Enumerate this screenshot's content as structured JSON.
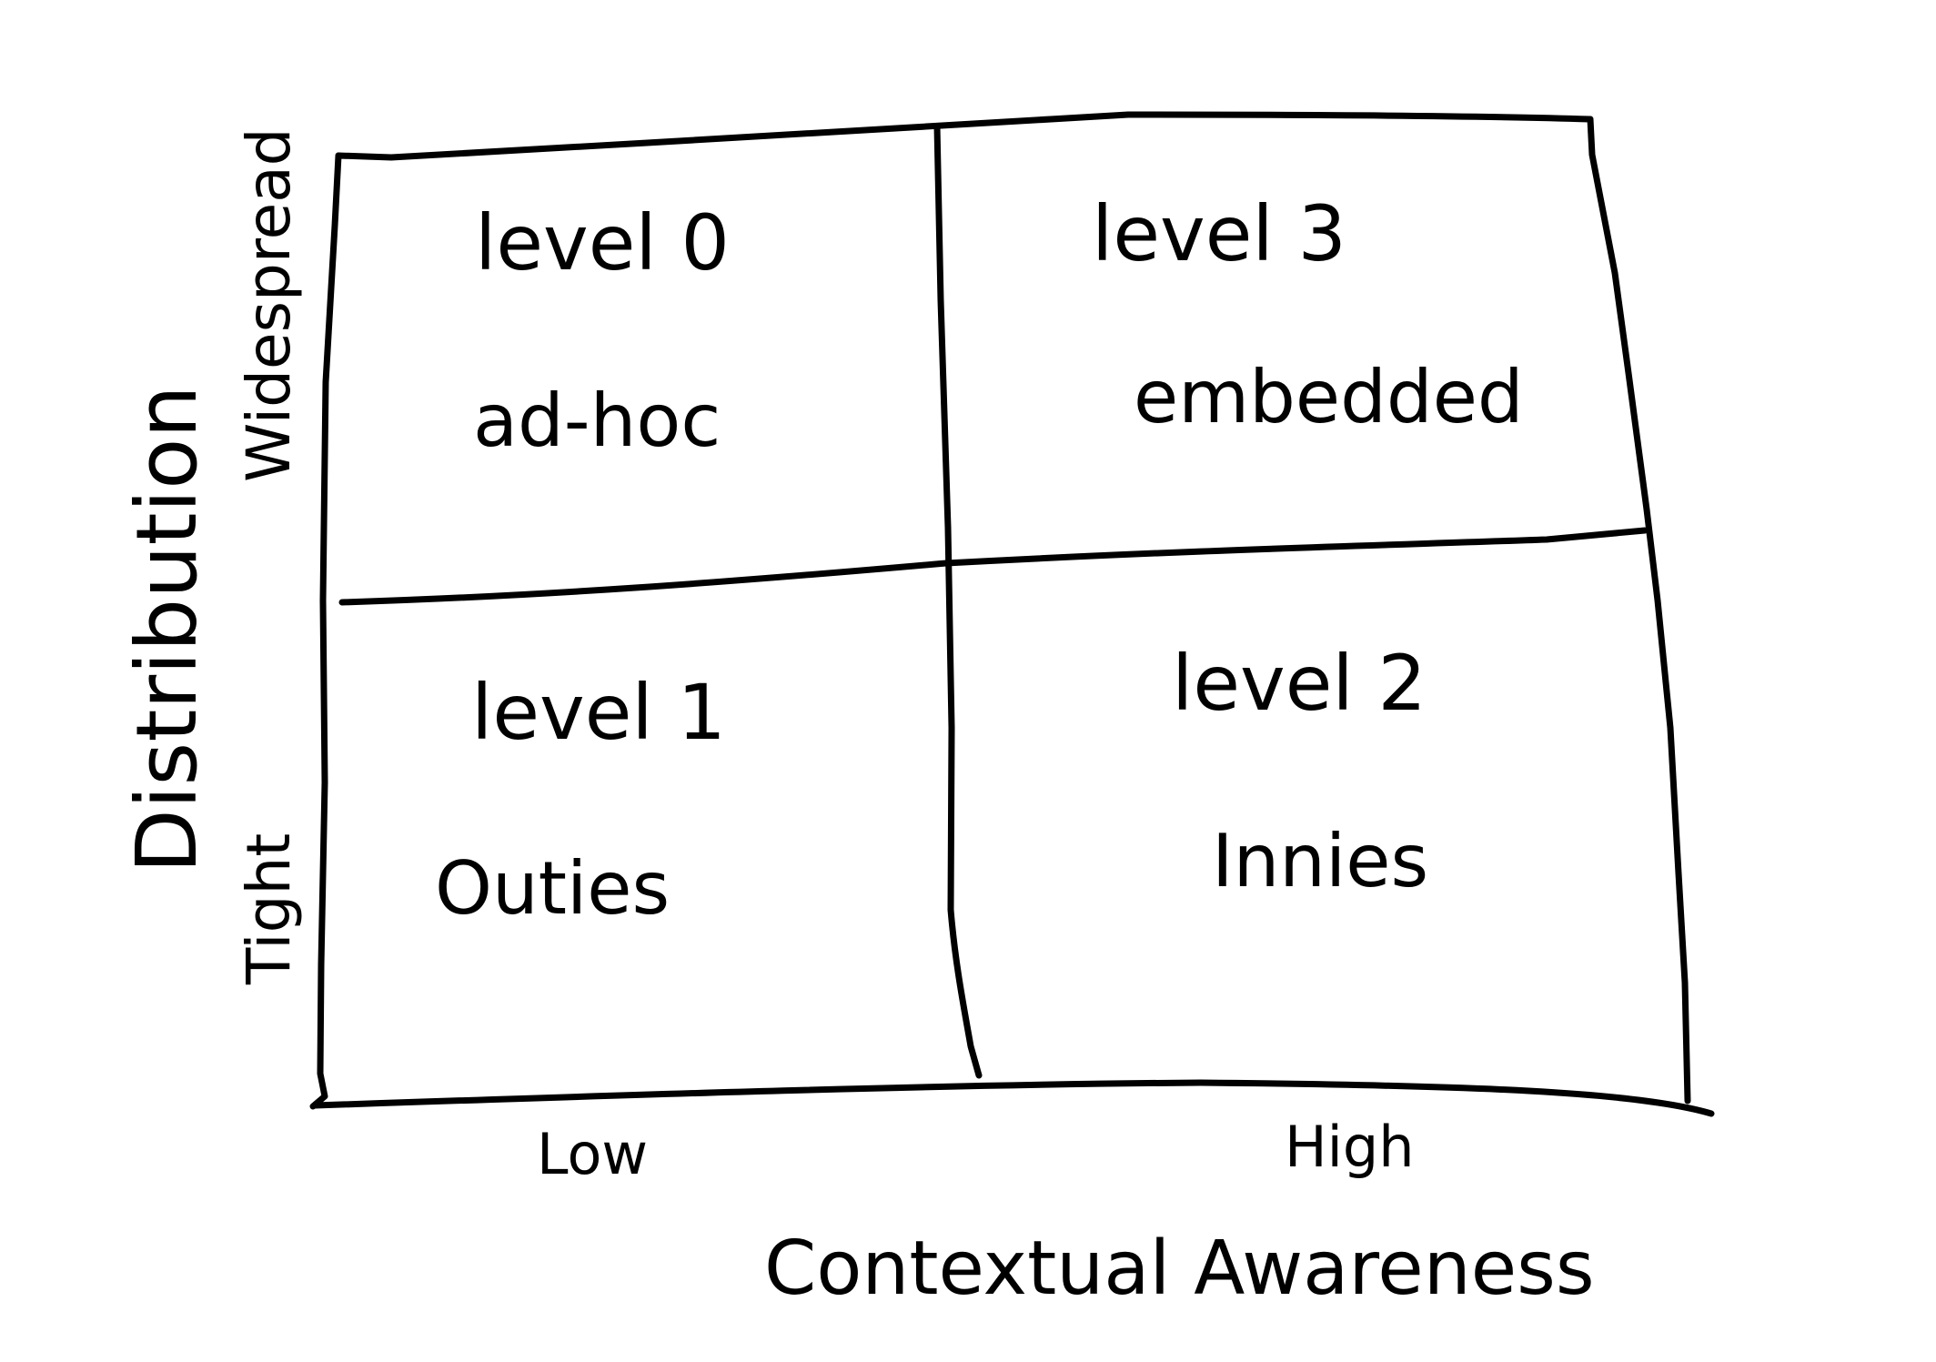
{
  "quadrants": {
    "top_left": {
      "level": "level 0",
      "name": "ad-hoc"
    },
    "top_right": {
      "level": "level 3",
      "name": "embedded"
    },
    "bottom_left": {
      "level": "level 1",
      "name": "Outies"
    },
    "bottom_right": {
      "level": "level 2",
      "name": "Innies"
    }
  },
  "x_axis": {
    "title": "Contextual Awareness",
    "low": "Low",
    "high": "High"
  },
  "y_axis": {
    "title": "Distribution",
    "low": "Tight",
    "high": "Widespread"
  }
}
